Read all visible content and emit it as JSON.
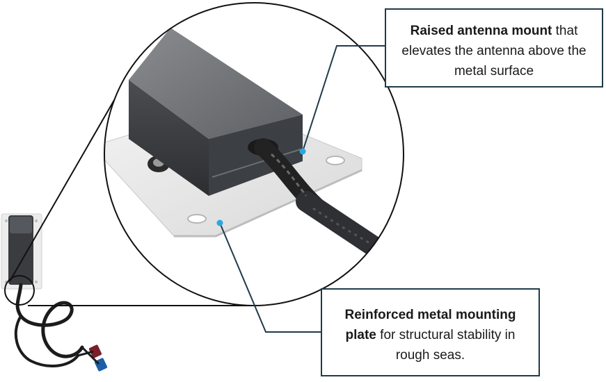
{
  "callouts": {
    "antenna": {
      "bold": "Raised antenna mount",
      "rest": " that elevates the antenna above the metal surface"
    },
    "plate": {
      "bold": "Reinforced metal mounting plate",
      "rest": " for structural stability in rough seas."
    }
  },
  "colors": {
    "callout_border": "#1f3a4a",
    "leader_line": "#1f3a4a",
    "marker_dot": "#2aa6e0",
    "zoom_outline": "#111111"
  }
}
